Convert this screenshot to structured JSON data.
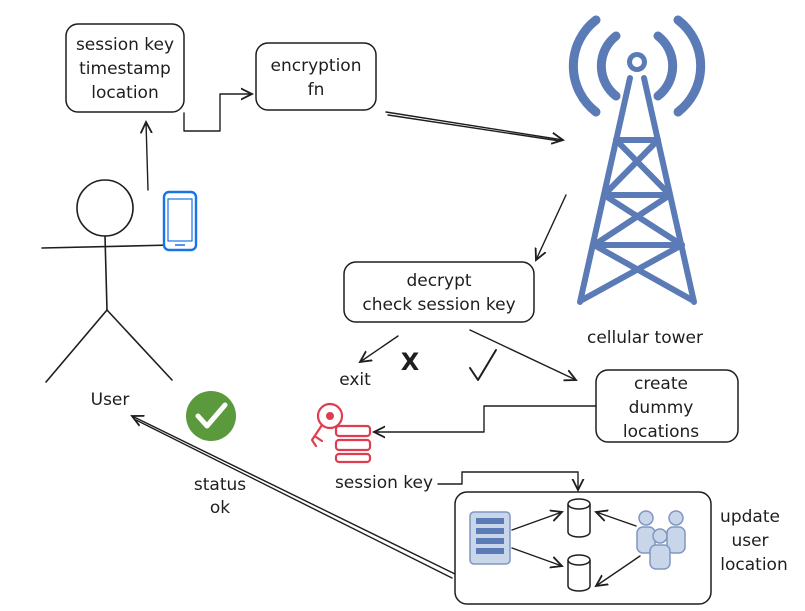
{
  "labels": {
    "session_box": [
      "session key",
      "timestamp",
      "location"
    ],
    "encryption_box": [
      "encryption",
      "fn"
    ],
    "decrypt_box": [
      "decrypt",
      "check session key"
    ],
    "dummy_box": [
      "create",
      "dummy",
      "locations"
    ],
    "tower_caption": "cellular tower",
    "user_caption": "User",
    "exit_label": "exit",
    "x_mark": "X",
    "session_key_label": "session key",
    "status_label": [
      "status",
      "ok"
    ],
    "update_label": [
      "update",
      "user",
      "location"
    ]
  },
  "colors": {
    "tower": "#5b7bb6",
    "phone": "#1a73e8",
    "ok_badge": "#5a9a3c",
    "key_icon": "#e03c4f",
    "ink": "#1e1e1e"
  },
  "icons": [
    "user-stick-figure",
    "smartphone-icon",
    "cell-tower-icon",
    "check-circle-icon",
    "key-icon",
    "server-rack-icon",
    "database-icon",
    "people-group-icon",
    "checkmark-icon"
  ]
}
